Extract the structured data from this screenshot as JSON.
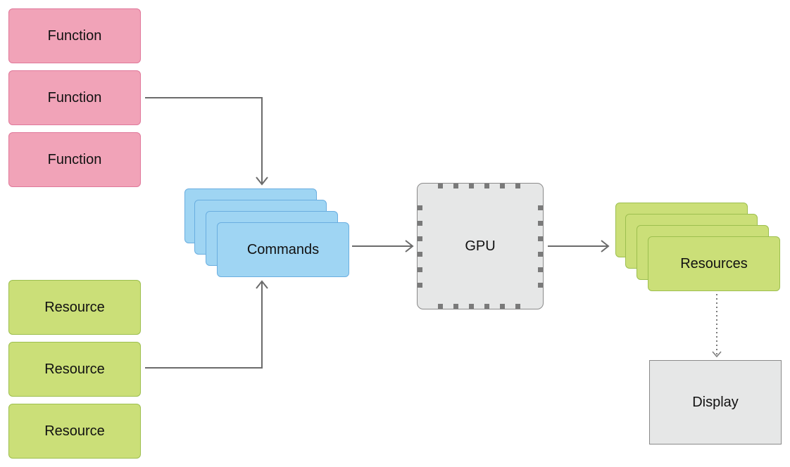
{
  "functions": [
    {
      "label": "Function"
    },
    {
      "label": "Function"
    },
    {
      "label": "Function"
    }
  ],
  "resources_in": [
    {
      "label": "Resource"
    },
    {
      "label": "Resource"
    },
    {
      "label": "Resource"
    }
  ],
  "commands": {
    "label": "Commands",
    "stack_count": 4
  },
  "gpu": {
    "label": "GPU"
  },
  "resources_out": {
    "label": "Resources",
    "stack_count": 4
  },
  "display": {
    "label": "Display"
  },
  "colors": {
    "function_fill": "#f1a3b8",
    "resource_fill": "#cbdf78",
    "commands_fill": "#9fd5f3",
    "gpu_fill": "#e6e7e7",
    "arrow": "#6b6b6b"
  },
  "edges": [
    {
      "from": "function-2",
      "to": "commands",
      "style": "solid"
    },
    {
      "from": "resource-2",
      "to": "commands",
      "style": "solid"
    },
    {
      "from": "commands",
      "to": "gpu",
      "style": "solid"
    },
    {
      "from": "gpu",
      "to": "resources",
      "style": "solid"
    },
    {
      "from": "resources",
      "to": "display",
      "style": "dotted"
    }
  ]
}
